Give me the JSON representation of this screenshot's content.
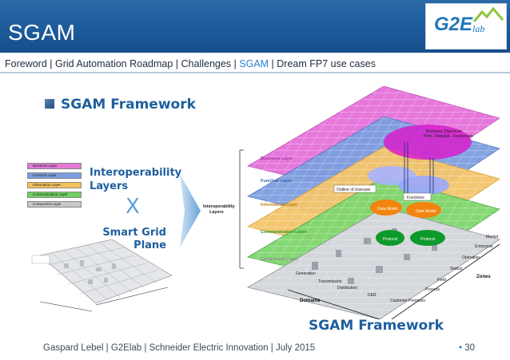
{
  "header": {
    "title": "SGAM",
    "logo": {
      "text": "G2E",
      "sub": "lab"
    }
  },
  "nav": {
    "items": [
      "Foreword",
      "Grid Automation Roadmap",
      "Challenges",
      "SGAM",
      "Dream FP7 use cases"
    ],
    "active_index": 3
  },
  "section": {
    "title": "SGAM Framework"
  },
  "left": {
    "legend": [
      "Business Layer",
      "Function Layer",
      "Information Layer",
      "Communication Layer",
      "Component Layer"
    ],
    "legend_colors": [
      "#e27ad6",
      "#7a9ee0",
      "#f3c25a",
      "#6fd060",
      "#c8c8c8"
    ],
    "interop_label": "Interoperability\nLayers",
    "times": "X",
    "smartgrid_label": "Smart Grid\nPlane"
  },
  "diagram": {
    "layers": [
      "Business Layer",
      "Function Layer",
      "Information Layer",
      "Communication Layer",
      "Component Layer"
    ],
    "side_label": "Interoperability Layers",
    "business_objectives": "Business Objectives\nPolit. / Regulat.. Framework",
    "outline_usecase": "Outline of Usecase",
    "functions": "Functions",
    "data_model": "Data Model",
    "protocol": "Protocol",
    "domains": "Domains",
    "zones": "Zones",
    "domain_labels": [
      "Generation",
      "Transmission",
      "Distribution",
      "DER",
      "Customer Premises"
    ],
    "zone_labels": [
      "Process",
      "Field",
      "Station",
      "Operation",
      "Enterprise",
      "Market"
    ]
  },
  "caption": "SGAM Framework",
  "footer": {
    "parts": [
      "Gaspard Lebel",
      "G2Elab",
      "Schneider Electric Innovation",
      "July 2015"
    ],
    "page": "30"
  },
  "colors": {
    "header": "#1e5d9e",
    "accent": "#2a7fd0",
    "title_blue": "#1f5f9e"
  }
}
